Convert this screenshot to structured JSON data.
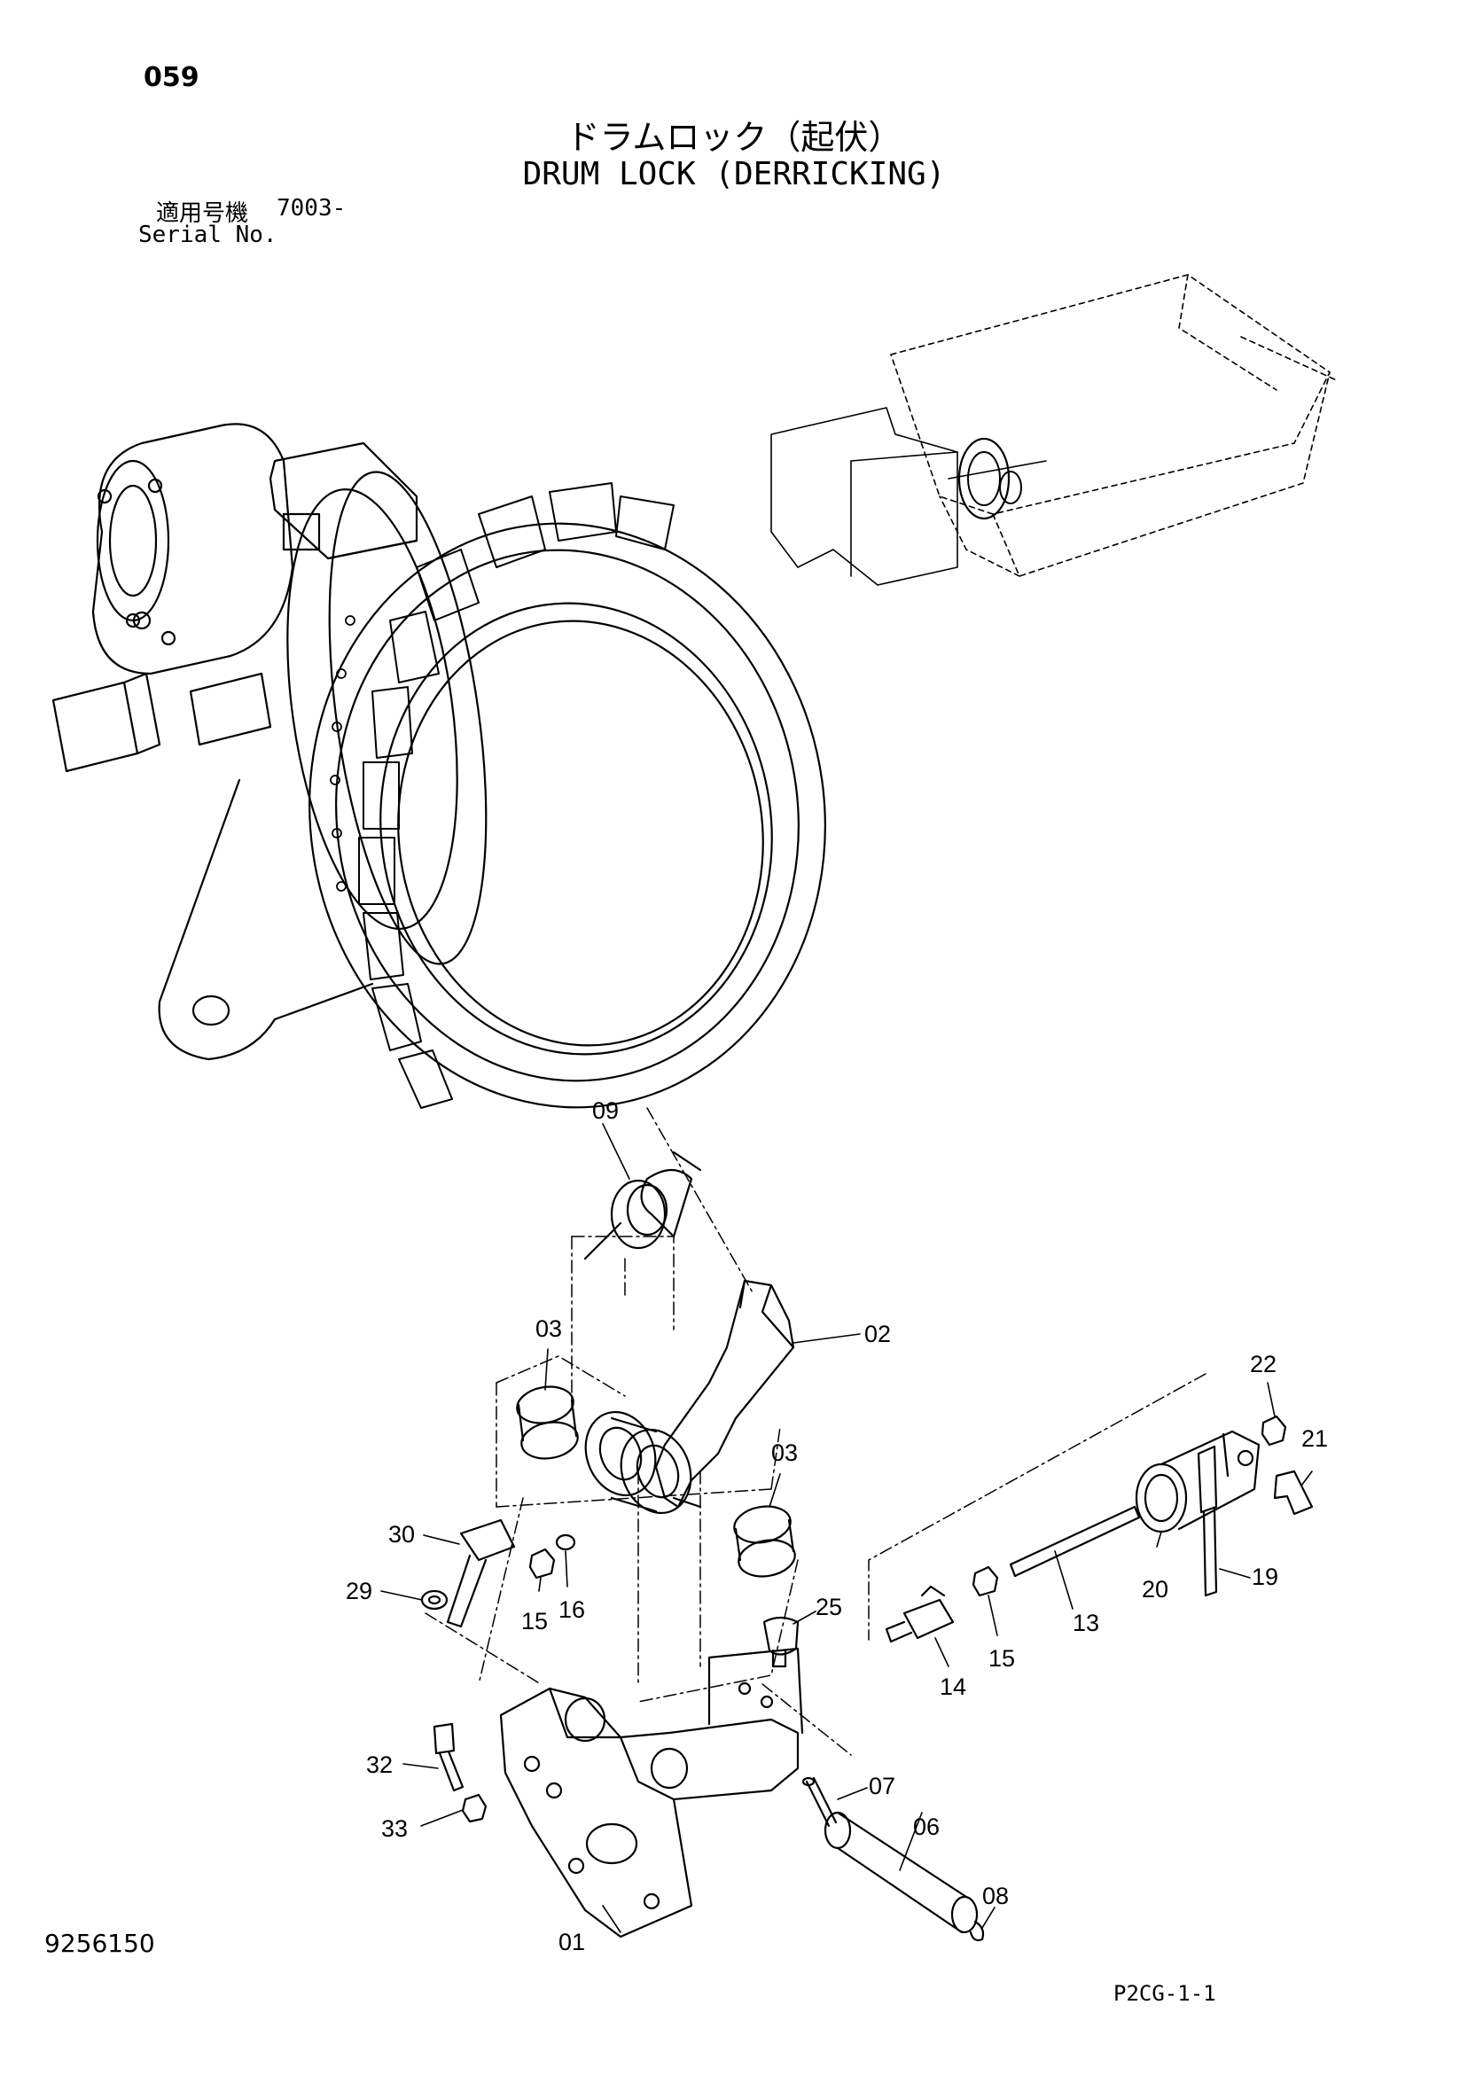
{
  "header": {
    "page_number": "059",
    "title_jp": "ドラムロック（起伏）",
    "title_en": "DRUM LOCK (DERRICKING)",
    "serial_label_jp": "適用号機",
    "serial_value": "7003-",
    "serial_label_en": "Serial No."
  },
  "footer": {
    "document_number": "9256150",
    "figure_code": "P2CG-1-1"
  },
  "callouts": [
    {
      "id": "09",
      "label": "09"
    },
    {
      "id": "03a",
      "label": "03"
    },
    {
      "id": "02",
      "label": "02"
    },
    {
      "id": "03b",
      "label": "03"
    },
    {
      "id": "22",
      "label": "22"
    },
    {
      "id": "21",
      "label": "21"
    },
    {
      "id": "30",
      "label": "30"
    },
    {
      "id": "29",
      "label": "29"
    },
    {
      "id": "15a",
      "label": "15"
    },
    {
      "id": "16",
      "label": "16"
    },
    {
      "id": "25",
      "label": "25"
    },
    {
      "id": "14",
      "label": "14"
    },
    {
      "id": "15b",
      "label": "15"
    },
    {
      "id": "13",
      "label": "13"
    },
    {
      "id": "20",
      "label": "20"
    },
    {
      "id": "19",
      "label": "19"
    },
    {
      "id": "32",
      "label": "32"
    },
    {
      "id": "33",
      "label": "33"
    },
    {
      "id": "07",
      "label": "07"
    },
    {
      "id": "06",
      "label": "06"
    },
    {
      "id": "08",
      "label": "08"
    },
    {
      "id": "01",
      "label": "01"
    }
  ]
}
